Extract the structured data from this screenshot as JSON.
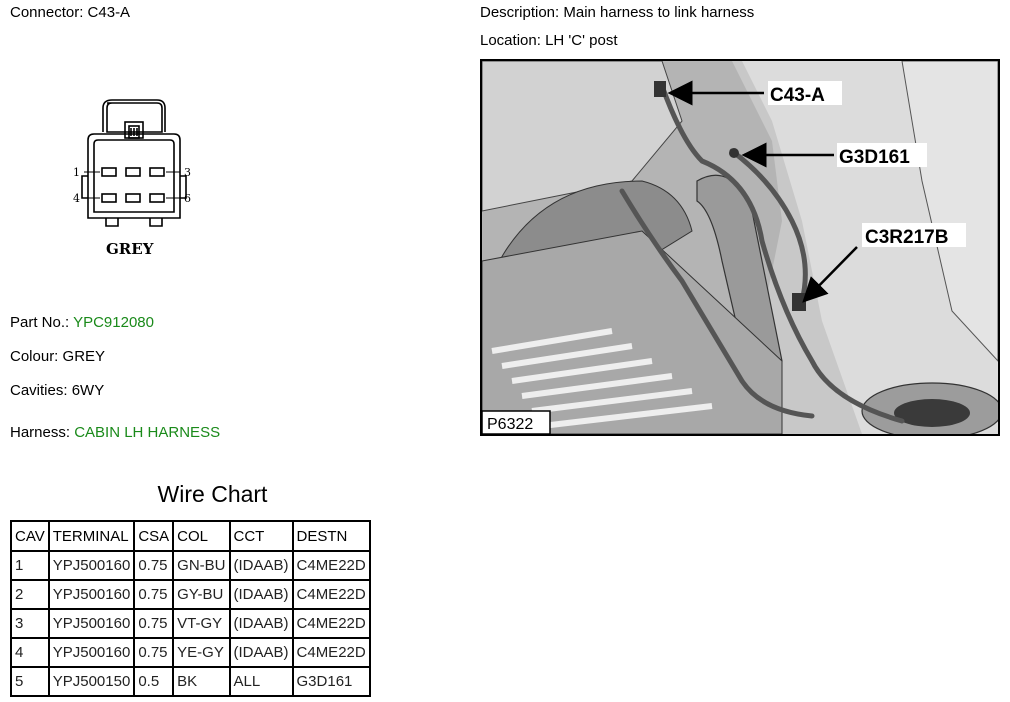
{
  "connector": {
    "label": "Connector:",
    "value": "C43-A"
  },
  "description": {
    "label": "Description:",
    "value": "Main harness to link harness"
  },
  "location": {
    "label": "Location:",
    "value": "LH 'C' post"
  },
  "pinout": {
    "pin_labels": [
      "1",
      "3",
      "4",
      "6"
    ],
    "colour_caption": "GREY"
  },
  "part": {
    "label": "Part No.:",
    "value": "YPC912080"
  },
  "colour": {
    "label": "Colour:",
    "value": "GREY"
  },
  "cavities": {
    "label": "Cavities:",
    "value": "6WY"
  },
  "harness": {
    "label": "Harness:",
    "value": "CABIN LH HARNESS"
  },
  "photo": {
    "ref": "P6322",
    "callouts": [
      "C43-A",
      "G3D161",
      "C3R217B"
    ]
  },
  "wire_chart": {
    "title": "Wire Chart",
    "headers": [
      "CAV",
      "TERMINAL",
      "CSA",
      "COL",
      "CCT",
      "DESTN"
    ],
    "rows": [
      [
        "1",
        "YPJ500160",
        "0.75",
        "GN-BU",
        "(IDAAB)",
        "C4ME22D"
      ],
      [
        "2",
        "YPJ500160",
        "0.75",
        "GY-BU",
        "(IDAAB)",
        "C4ME22D"
      ],
      [
        "3",
        "YPJ500160",
        "0.75",
        "VT-GY",
        "(IDAAB)",
        "C4ME22D"
      ],
      [
        "4",
        "YPJ500160",
        "0.75",
        "YE-GY",
        "(IDAAB)",
        "C4ME22D"
      ],
      [
        "5",
        "YPJ500150",
        "0.5",
        "BK",
        "ALL",
        "G3D161"
      ]
    ]
  },
  "colors": {
    "link_green": "#1a8a1a",
    "photo_bg": "#c8c8c8"
  }
}
